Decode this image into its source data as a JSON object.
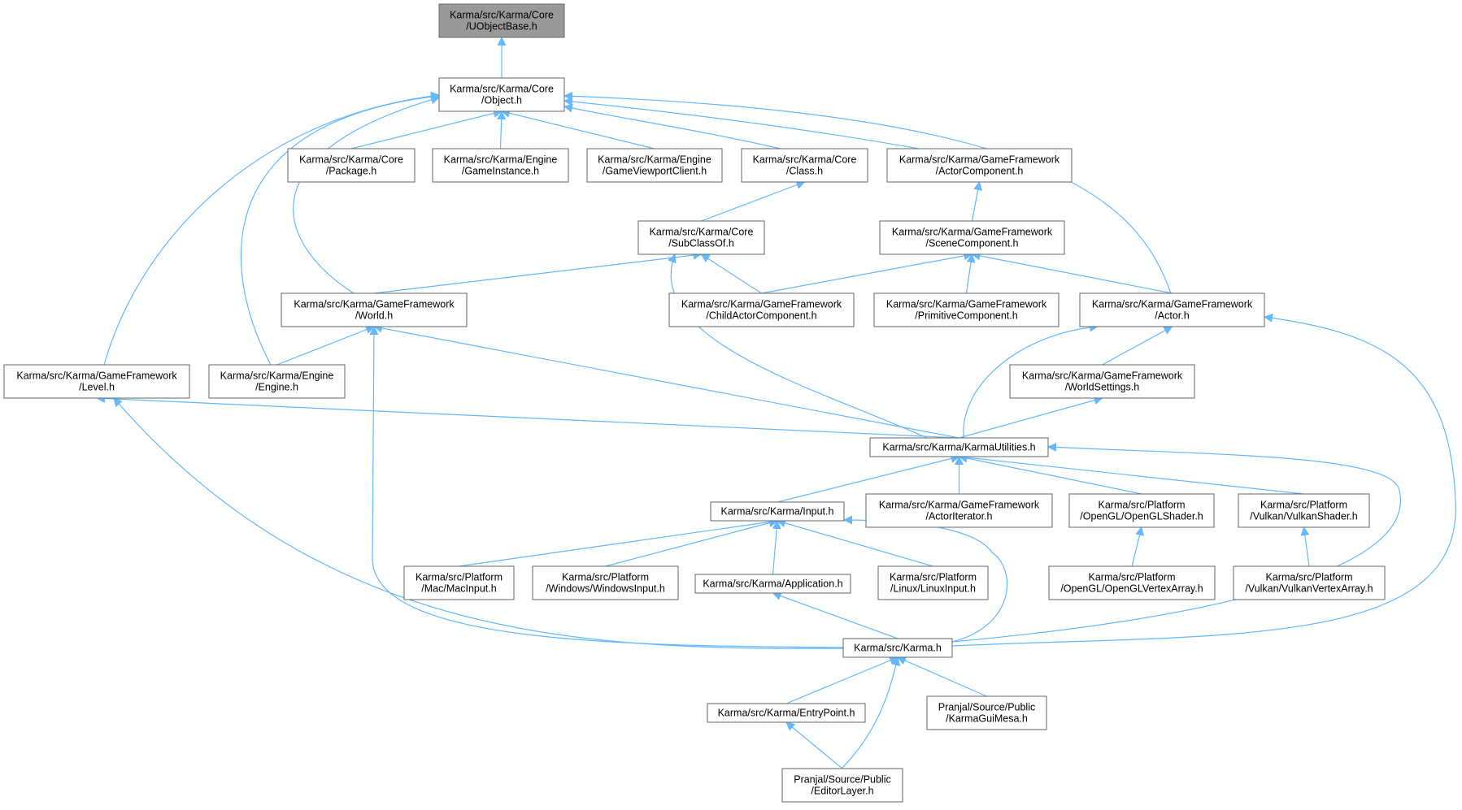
{
  "colors": {
    "edge": "#63b8ff",
    "node_border": "#666666",
    "node_fill": "#ffffff",
    "highlight_fill": "#999999",
    "text": "#000000"
  },
  "nodes": [
    {
      "id": "uobjectbase",
      "lines": [
        "Karma/src/Karma/Core",
        "/UObjectBase.h"
      ],
      "highlight": true
    },
    {
      "id": "object",
      "lines": [
        "Karma/src/Karma/Core",
        "/Object.h"
      ]
    },
    {
      "id": "package",
      "lines": [
        "Karma/src/Karma/Core",
        "/Package.h"
      ]
    },
    {
      "id": "gameinstance",
      "lines": [
        "Karma/src/Karma/Engine",
        "/GameInstance.h"
      ]
    },
    {
      "id": "gameviewportclient",
      "lines": [
        "Karma/src/Karma/Engine",
        "/GameViewportClient.h"
      ]
    },
    {
      "id": "class",
      "lines": [
        "Karma/src/Karma/Core",
        "/Class.h"
      ]
    },
    {
      "id": "actorcomponent",
      "lines": [
        "Karma/src/Karma/GameFramework",
        "/ActorComponent.h"
      ]
    },
    {
      "id": "subclassof",
      "lines": [
        "Karma/src/Karma/Core",
        "/SubClassOf.h"
      ]
    },
    {
      "id": "scenecomponent",
      "lines": [
        "Karma/src/Karma/GameFramework",
        "/SceneComponent.h"
      ]
    },
    {
      "id": "world",
      "lines": [
        "Karma/src/Karma/GameFramework",
        "/World.h"
      ]
    },
    {
      "id": "childactorcomponent",
      "lines": [
        "Karma/src/Karma/GameFramework",
        "/ChildActorComponent.h"
      ]
    },
    {
      "id": "primitivecomponent",
      "lines": [
        "Karma/src/Karma/GameFramework",
        "/PrimitiveComponent.h"
      ]
    },
    {
      "id": "actor",
      "lines": [
        "Karma/src/Karma/GameFramework",
        "/Actor.h"
      ]
    },
    {
      "id": "level",
      "lines": [
        "Karma/src/Karma/GameFramework",
        "/Level.h"
      ]
    },
    {
      "id": "engine",
      "lines": [
        "Karma/src/Karma/Engine",
        "/Engine.h"
      ]
    },
    {
      "id": "worldsettings",
      "lines": [
        "Karma/src/Karma/GameFramework",
        "/WorldSettings.h"
      ]
    },
    {
      "id": "karmautilities",
      "lines": [
        "Karma/src/Karma/KarmaUtilities.h"
      ]
    },
    {
      "id": "input",
      "lines": [
        "Karma/src/Karma/Input.h"
      ]
    },
    {
      "id": "actoriterator",
      "lines": [
        "Karma/src/Karma/GameFramework",
        "/ActorIterator.h"
      ]
    },
    {
      "id": "openglshader",
      "lines": [
        "Karma/src/Platform",
        "/OpenGL/OpenGLShader.h"
      ]
    },
    {
      "id": "vulkanshader",
      "lines": [
        "Karma/src/Platform",
        "/Vulkan/VulkanShader.h"
      ]
    },
    {
      "id": "macinput",
      "lines": [
        "Karma/src/Platform",
        "/Mac/MacInput.h"
      ]
    },
    {
      "id": "windowsinput",
      "lines": [
        "Karma/src/Platform",
        "/Windows/WindowsInput.h"
      ]
    },
    {
      "id": "application",
      "lines": [
        "Karma/src/Karma/Application.h"
      ]
    },
    {
      "id": "linuxinput",
      "lines": [
        "Karma/src/Platform",
        "/Linux/LinuxInput.h"
      ]
    },
    {
      "id": "openglvertexarray",
      "lines": [
        "Karma/src/Platform",
        "/OpenGL/OpenGLVertexArray.h"
      ]
    },
    {
      "id": "vulkanvertexarray",
      "lines": [
        "Karma/src/Platform",
        "/Vulkan/VulkanVertexArray.h"
      ]
    },
    {
      "id": "karma",
      "lines": [
        "Karma/src/Karma.h"
      ]
    },
    {
      "id": "entrypoint",
      "lines": [
        "Karma/src/Karma/EntryPoint.h"
      ]
    },
    {
      "id": "karmaguimesa",
      "lines": [
        "Pranjal/Source/Public",
        "/KarmaGuiMesa.h"
      ]
    },
    {
      "id": "editorlayer",
      "lines": [
        "Pranjal/Source/Public",
        "/EditorLayer.h"
      ]
    }
  ],
  "edges": [
    [
      "object",
      "uobjectbase"
    ],
    [
      "package",
      "object"
    ],
    [
      "gameinstance",
      "object"
    ],
    [
      "gameviewportclient",
      "object"
    ],
    [
      "class",
      "object"
    ],
    [
      "actorcomponent",
      "object"
    ],
    [
      "world",
      "object"
    ],
    [
      "engine",
      "object"
    ],
    [
      "level",
      "object"
    ],
    [
      "actor",
      "object"
    ],
    [
      "subclassof",
      "class"
    ],
    [
      "scenecomponent",
      "actorcomponent"
    ],
    [
      "world",
      "subclassof"
    ],
    [
      "childactorcomponent",
      "subclassof"
    ],
    [
      "karmautilities",
      "subclassof"
    ],
    [
      "childactorcomponent",
      "scenecomponent"
    ],
    [
      "primitivecomponent",
      "scenecomponent"
    ],
    [
      "actor",
      "scenecomponent"
    ],
    [
      "engine",
      "world"
    ],
    [
      "karmautilities",
      "world"
    ],
    [
      "karma",
      "world"
    ],
    [
      "worldsettings",
      "actor"
    ],
    [
      "karmautilities",
      "actor"
    ],
    [
      "karma",
      "actor"
    ],
    [
      "karmautilities",
      "level"
    ],
    [
      "karma",
      "level"
    ],
    [
      "karmautilities",
      "worldsettings"
    ],
    [
      "input",
      "karmautilities"
    ],
    [
      "actoriterator",
      "karmautilities"
    ],
    [
      "openglshader",
      "karmautilities"
    ],
    [
      "vulkanshader",
      "karmautilities"
    ],
    [
      "karma",
      "karmautilities"
    ],
    [
      "macinput",
      "input"
    ],
    [
      "windowsinput",
      "input"
    ],
    [
      "application",
      "input"
    ],
    [
      "linuxinput",
      "input"
    ],
    [
      "karma",
      "input"
    ],
    [
      "openglvertexarray",
      "openglshader"
    ],
    [
      "vulkanvertexarray",
      "vulkanshader"
    ],
    [
      "karma",
      "application"
    ],
    [
      "entrypoint",
      "karma"
    ],
    [
      "karmaguimesa",
      "karma"
    ],
    [
      "editorlayer",
      "karma"
    ],
    [
      "editorlayer",
      "entrypoint"
    ]
  ]
}
